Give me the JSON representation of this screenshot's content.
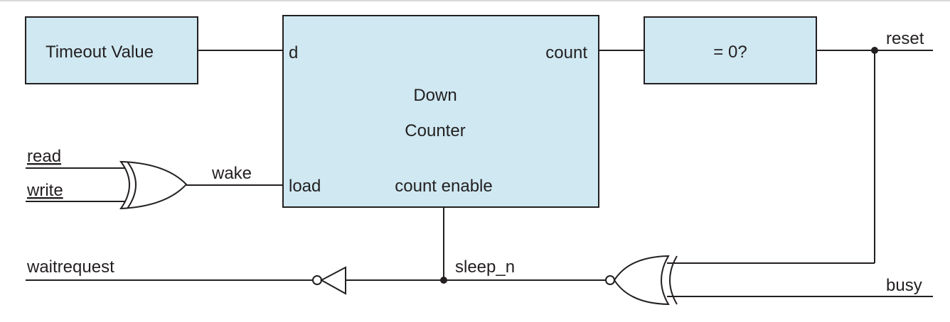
{
  "blocks": {
    "timeout_value": "Timeout Value",
    "down_counter_line1": "Down",
    "down_counter_line2": "Counter",
    "compare_zero": "= 0?"
  },
  "ports": {
    "d": "d",
    "count": "count",
    "load": "load",
    "count_enable": "count enable"
  },
  "signals": {
    "read": "read",
    "write": "write",
    "wake": "wake",
    "reset": "reset",
    "waitrequest": "waitrequest",
    "sleep_n": "sleep_n",
    "busy": "busy"
  },
  "colors": {
    "block_fill": "#cfe8f2",
    "line": "#231f20",
    "top_rule": "#d9d9d9"
  }
}
